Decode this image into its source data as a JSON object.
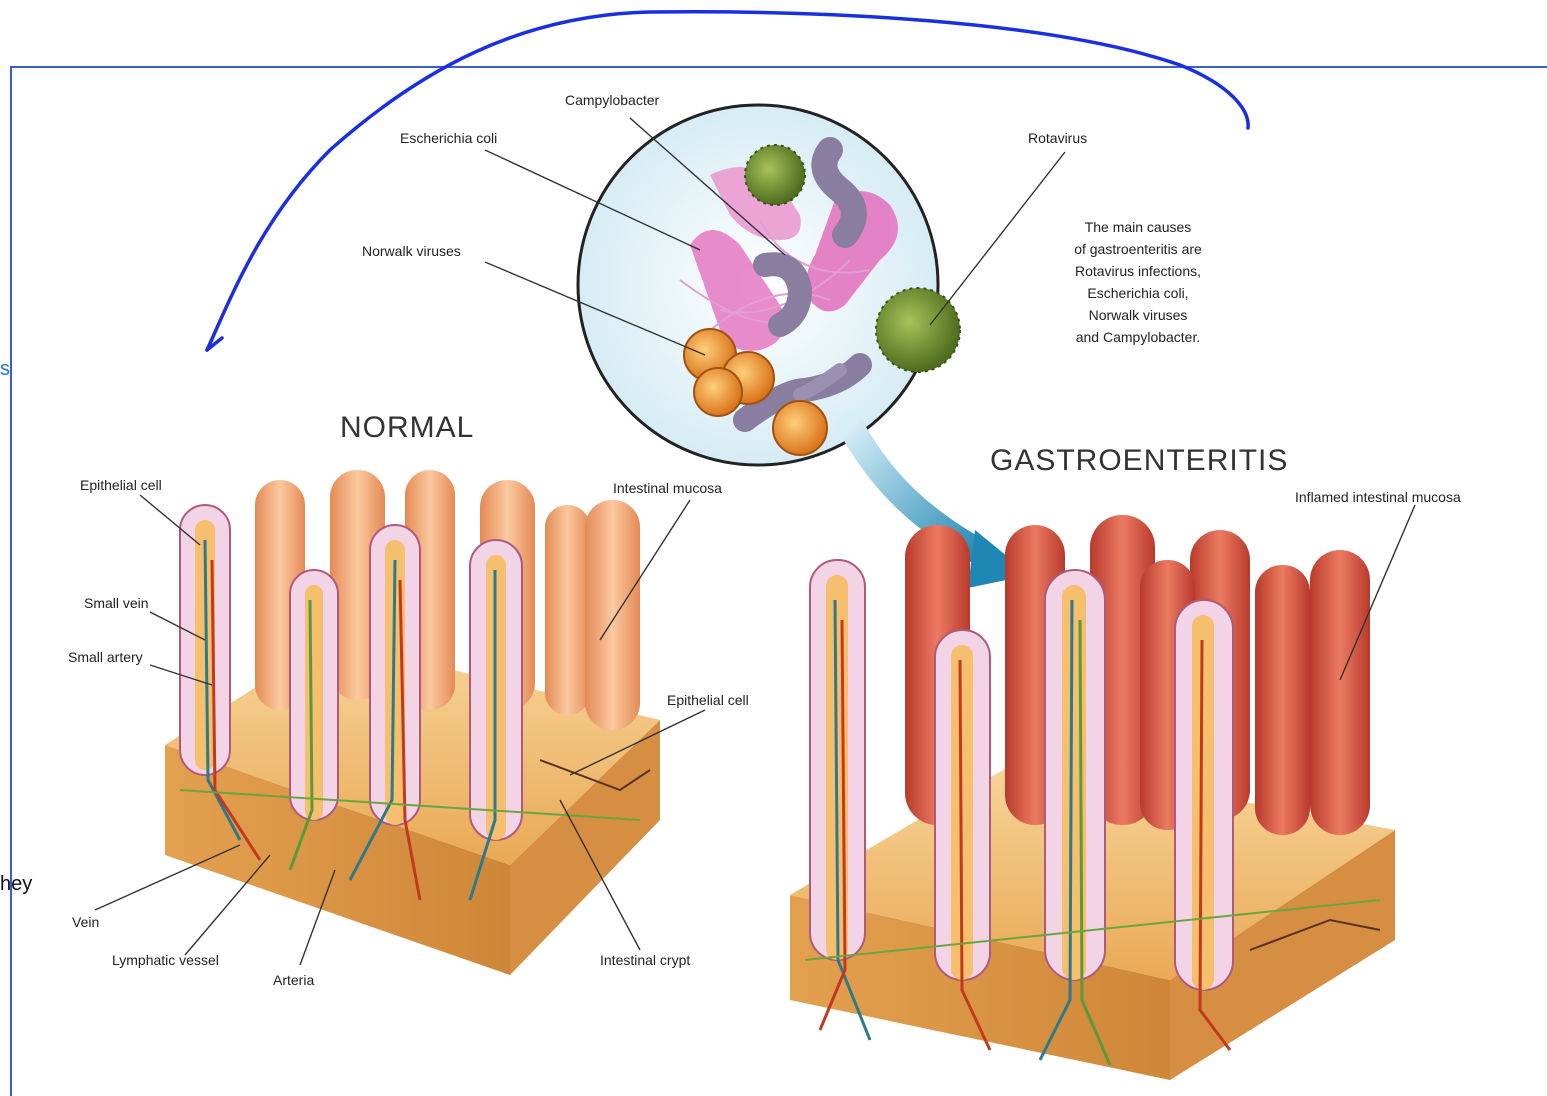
{
  "side_texts": {
    "left_top": "s",
    "left_bottom": "hey"
  },
  "labels": {
    "campylobacter": "Campylobacter",
    "escherichia_coli": "Escherichia coli",
    "rotavirus": "Rotavirus",
    "norwalk_viruses": "Norwalk viruses",
    "normal": "NORMAL",
    "gastroenteritis": "GASTROENTERITIS",
    "epithelial_cell_left": "Epithelial cell",
    "intestinal_mucosa": "Intestinal mucosa",
    "inflamed_intestinal_mucosa": "Inflamed intestinal mucosa",
    "small_vein": "Small vein",
    "small_artery": "Small artery",
    "epithelial_cell_right": "Epithelial cell",
    "vein": "Vein",
    "lymphatic_vessel": "Lymphatic vessel",
    "arteria": "Arteria",
    "intestinal_crypt": "Intestinal crypt"
  },
  "note_lines": [
    "The main causes",
    "of gastroenteritis are",
    "Rotavirus infections,",
    "Escherichia coli,",
    "Norwalk viruses",
    "and Campylobacter."
  ],
  "colors": {
    "frame": "#3c5bd6",
    "annotation_arc": "#1a2fe0",
    "normal_villi": "#f0a774",
    "inflamed_villi": "#d2503f",
    "base_tissue": "#f2c178",
    "arrow": "#3aa0c8"
  }
}
